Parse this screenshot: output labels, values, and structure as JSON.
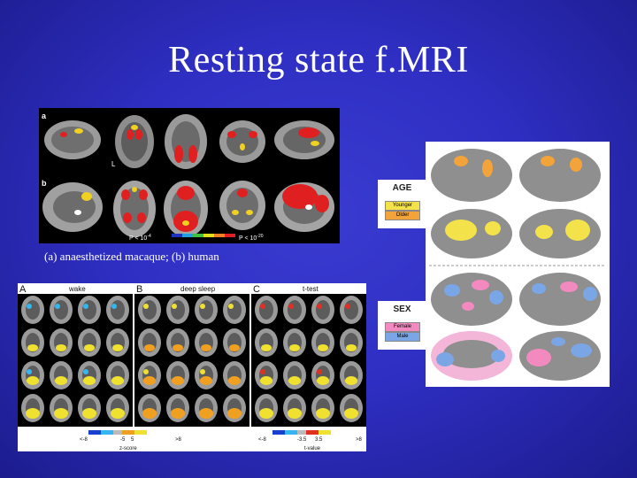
{
  "slide": {
    "title": "Resting state f.MRI",
    "caption": "(a) anaesthetized macaque; (b) human"
  },
  "panel_ab": {
    "label_a": "a",
    "label_b": "b",
    "orientation_mark": "L",
    "p_low": "P < 10",
    "p_low_exp": "-4",
    "p_high": "P < 10",
    "p_high_exp": "-20"
  },
  "sleep_panel": {
    "col_a_letter": "A",
    "col_a_title": "wake",
    "col_b_letter": "B",
    "col_b_title": "deep sleep",
    "col_c_letter": "C",
    "col_c_title": "t-test",
    "z_neg": "<-8",
    "z_mid_neg": "-5",
    "z_mid_pos": "5",
    "z_pos": ">8",
    "z_label": "z-score",
    "t_neg": "<-8",
    "t_mid_neg": "-3.5",
    "t_mid_pos": "3.5",
    "t_pos": ">8",
    "t_label": "t-value"
  },
  "legends": {
    "age": {
      "title": "AGE",
      "item1": "Younger",
      "item2": "Older",
      "color1": "#f4e24a",
      "color2": "#f2a33a"
    },
    "sex": {
      "title": "SEX",
      "item1": "Female",
      "item2": "Male",
      "color1": "#f28ac0",
      "color2": "#7aa6e6"
    }
  }
}
